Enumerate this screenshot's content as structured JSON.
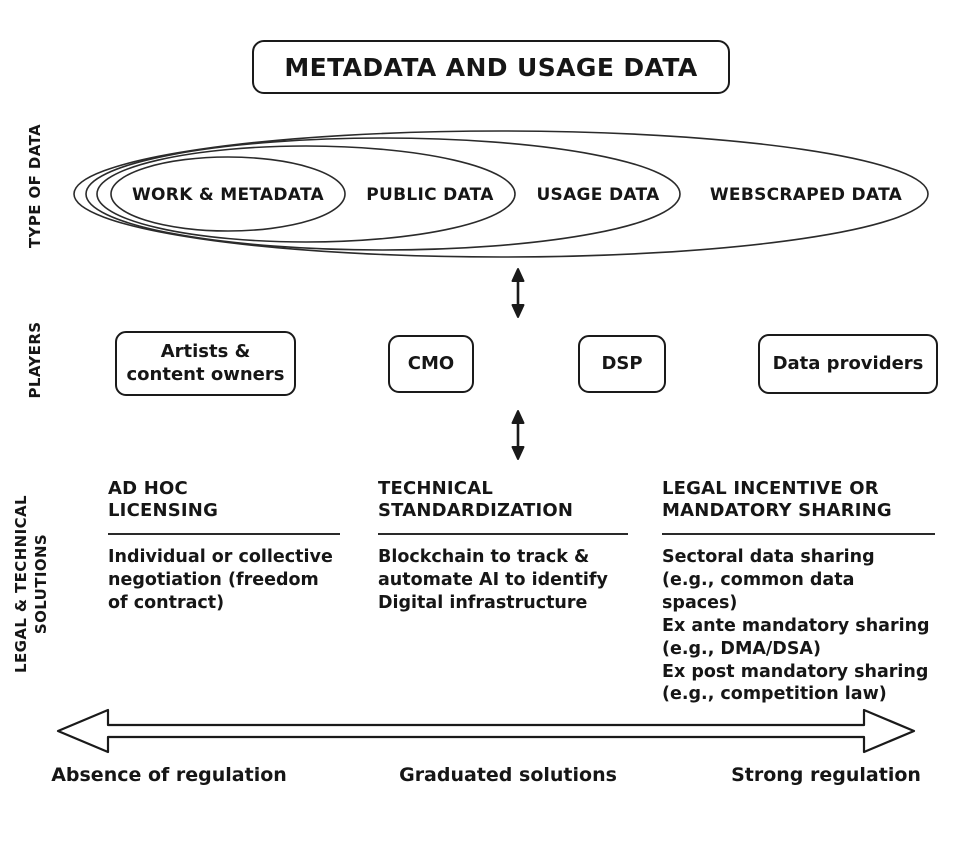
{
  "title": "METADATA AND USAGE DATA",
  "side_labels": {
    "type_of_data": "TYPE OF DATA",
    "players": "PLAYERS",
    "solutions": "LEGAL & TECHNICAL\nSOLUTIONS"
  },
  "venn": {
    "labels": [
      "WORK & METADATA",
      "PUBLIC DATA",
      "USAGE DATA",
      "WEBSCRAPED DATA"
    ]
  },
  "players": {
    "artists": "Artists &\ncontent owners",
    "cmo": "CMO",
    "dsp": "DSP",
    "data_providers": "Data providers"
  },
  "solutions": {
    "columns": [
      {
        "heading": "AD HOC\nLICENSING",
        "body": "Individual or collective\nnegotiation (freedom\nof contract)"
      },
      {
        "heading": "TECHNICAL\nSTANDARDIZATION",
        "body": "Blockchain to track &\nautomate AI to identify\nDigital infrastructure"
      },
      {
        "heading": "LEGAL INCENTIVE OR\nMANDATORY SHARING",
        "body": "Sectoral data sharing\n(e.g., common data spaces)\nEx ante mandatory sharing\n(e.g., DMA/DSA)\nEx post mandatory sharing\n(e.g., competition law)"
      }
    ]
  },
  "axis": {
    "left": "Absence of regulation",
    "center": "Graduated solutions",
    "right": "Strong regulation"
  },
  "colors": {
    "ink": "#1a1a1a",
    "background": "#ffffff"
  }
}
